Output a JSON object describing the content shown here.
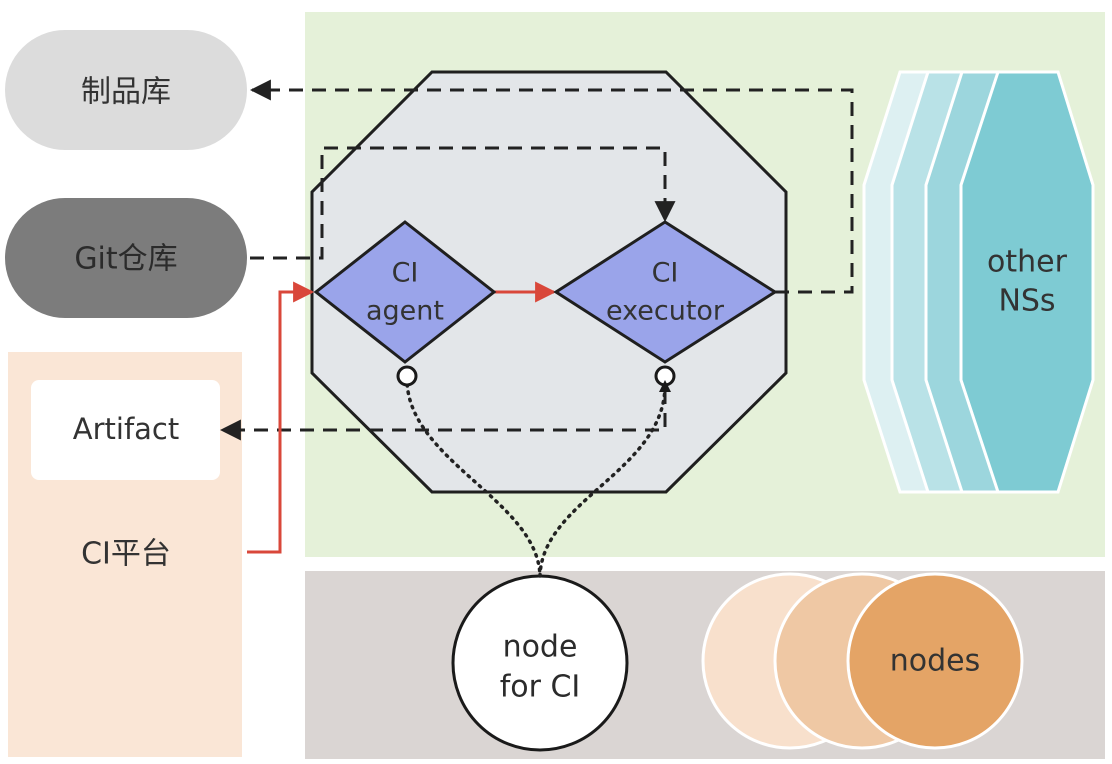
{
  "artifact_repo": {
    "label": "制品库"
  },
  "git_repo": {
    "label": "Git仓库"
  },
  "ci_platform": {
    "artifact_label": "Artifact",
    "label": "CI平台"
  },
  "namespace": {
    "ci_agent": {
      "line1": "CI",
      "line2": "agent"
    },
    "ci_executor": {
      "line1": "CI",
      "line2": "executor"
    }
  },
  "other_namespaces": {
    "line1": "other",
    "line2": "NSs"
  },
  "node_pool": {
    "ci_node": {
      "line1": "node",
      "line2": "for CI"
    },
    "nodes_label": "nodes"
  },
  "colors": {
    "namespace_bg": "#e5f1d9",
    "node_pool_bg": "#dad5d3",
    "ci_platform_bg": "#fae6d6",
    "diamond_fill": "#9aa4ea",
    "octagon_fill": "#e3e6e9",
    "trigger_arrow": "#d9473a"
  }
}
